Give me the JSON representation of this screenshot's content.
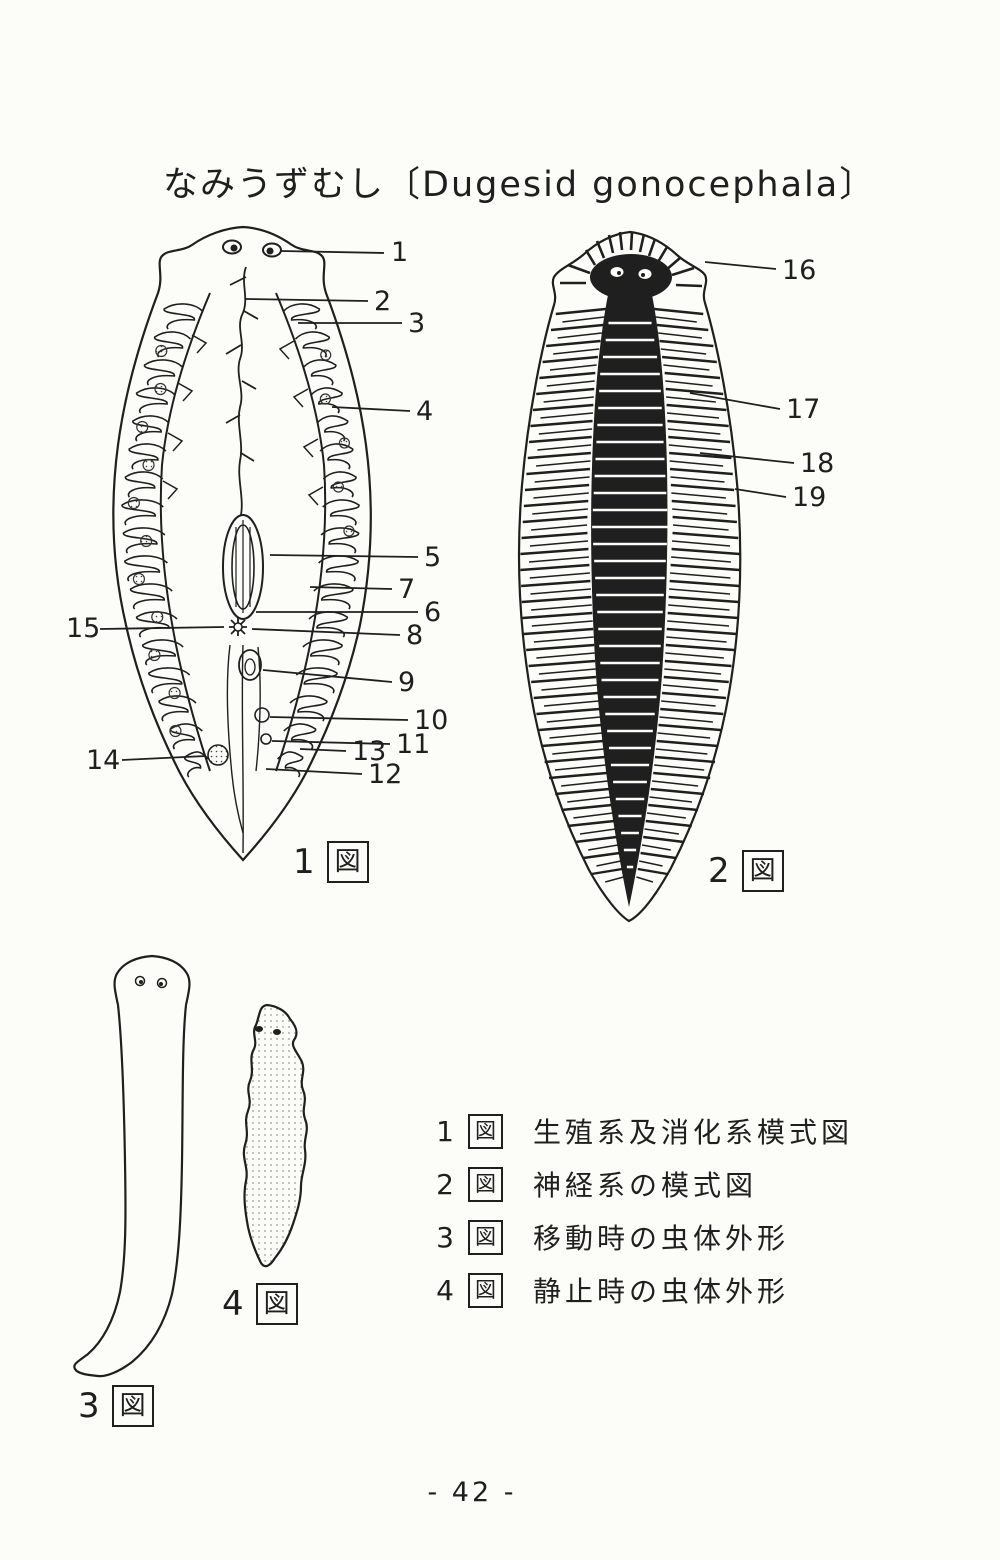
{
  "title": "なみうずむし〔Dugesid gonocephala〕",
  "figure1": {
    "caption": {
      "num": "1",
      "zu": "図"
    },
    "labels": {
      "n1": "1",
      "n2": "2",
      "n3": "3",
      "n4": "4",
      "n5": "5",
      "n6": "6",
      "n7": "7",
      "n8": "8",
      "n9": "9",
      "n10": "10",
      "n11": "11",
      "n12": "12",
      "n13": "13",
      "n14": "14",
      "n15": "15"
    }
  },
  "figure2": {
    "caption": {
      "num": "2",
      "zu": "図"
    },
    "labels": {
      "n16": "16",
      "n17": "17",
      "n18": "18",
      "n19": "19"
    }
  },
  "figure3": {
    "caption": {
      "num": "3",
      "zu": "図"
    }
  },
  "figure4": {
    "caption": {
      "num": "4",
      "zu": "図"
    }
  },
  "legend": {
    "rows": [
      {
        "num": "1",
        "zu": "図",
        "text": "生殖系及消化系模式図"
      },
      {
        "num": "2",
        "zu": "図",
        "text": "神経系の模式図"
      },
      {
        "num": "3",
        "zu": "図",
        "text": "移動時の虫体外形"
      },
      {
        "num": "4",
        "zu": "図",
        "text": "静止時の虫体外形"
      }
    ]
  },
  "page_number": "- 42 -",
  "ink_color": "#1f1f1f"
}
